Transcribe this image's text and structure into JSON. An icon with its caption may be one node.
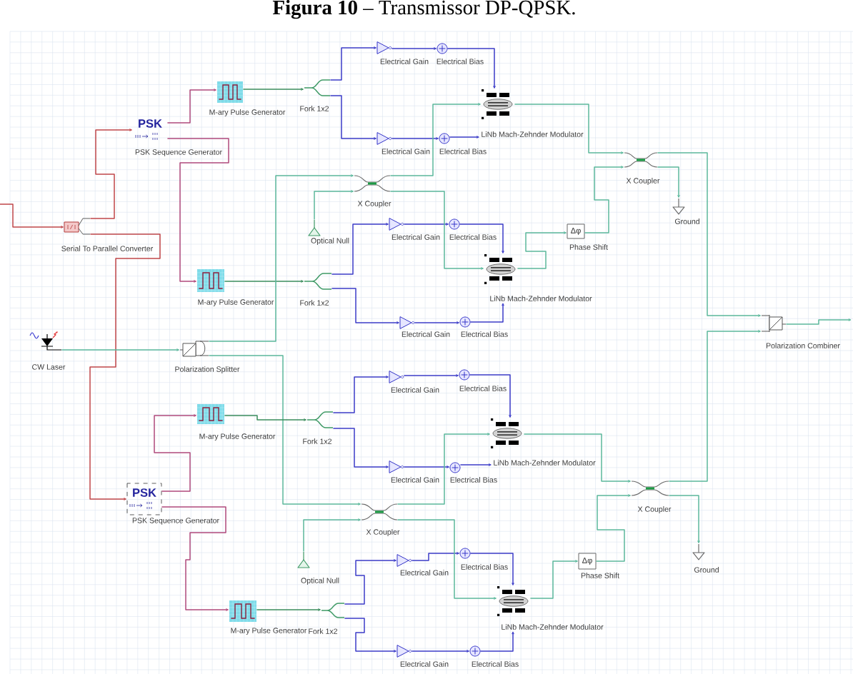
{
  "diagram": {
    "title": "**Figura 10** – Transmissor DP-QPSK.",
    "nodes": [
      {
        "text": [
          "PSK",
          "PSK Sequence Generator"
        ]
      },
      {
        "text": [
          "M-ary Pulse Generator"
        ]
      },
      {
        "text": [
          "Fork 1x2"
        ]
      },
      {
        "text": [
          "Electrical Gain"
        ]
      },
      {
        "text": [
          "Electrical Bias"
        ]
      },
      {
        "text": [
          "LiNb Mach-Zehnder Modulator"
        ]
      },
      {
        "text": [
          "Electrical Gain"
        ]
      },
      {
        "text": [
          "Electrical Bias"
        ]
      },
      {
        "text": [
          "X Coupler"
        ]
      },
      {
        "text": [
          "X Coupler"
        ]
      },
      {
        "text": [
          "Ground"
        ]
      },
      {
        "text": [
          "Serial To Parallel Converter"
        ]
      },
      {
        "text": [
          "Optical Null"
        ]
      },
      {
        "text": [
          "Electrical Gain"
        ]
      },
      {
        "text": [
          "Electrical Bias"
        ]
      },
      {
        "text": [
          "Δφ",
          "Phase Shift"
        ]
      },
      {
        "text": [
          "LiNb Mach-Zehnder Modulator"
        ]
      },
      {
        "text": [
          "M-ary Pulse Generator"
        ]
      },
      {
        "text": [
          "Fork 1x2"
        ]
      },
      {
        "text": [
          "Electrical Gain"
        ]
      },
      {
        "text": [
          "Electrical Bias"
        ]
      },
      {
        "text": [
          "Polarization Combiner"
        ]
      },
      {
        "text": [
          "CW Laser"
        ]
      },
      {
        "text": [
          "Polarization Splitter"
        ]
      },
      {
        "text": [
          "Electrical Gain"
        ]
      },
      {
        "text": [
          "Electrical Bias"
        ]
      },
      {
        "text": [
          "M-ary Pulse Generator"
        ]
      },
      {
        "text": [
          "Fork 1x2"
        ]
      },
      {
        "text": [
          "LiNb Mach-Zehnder Modulator"
        ]
      },
      {
        "text": [
          "Electrical Gain"
        ]
      },
      {
        "text": [
          "Electrical Bias"
        ]
      },
      {
        "text": [
          "X Coupler"
        ]
      },
      {
        "text": [
          "PSK",
          "PSK Sequence Generator"
        ]
      },
      {
        "text": [
          "X Coupler"
        ]
      },
      {
        "text": [
          "Ground"
        ]
      },
      {
        "text": [
          "Optical Null"
        ]
      },
      {
        "text": [
          "Electrical Gain"
        ]
      },
      {
        "text": [
          "Electrical Bias"
        ]
      },
      {
        "text": [
          "Δφ",
          "Phase Shift"
        ]
      },
      {
        "text": [
          "LiNb Mach-Zehnder Modulator"
        ]
      },
      {
        "text": [
          "M-ary Pulse Generator"
        ]
      },
      {
        "text": [
          "Fork 1x2"
        ]
      },
      {
        "text": [
          "Electrical Gain"
        ]
      },
      {
        "text": [
          "Electrical Bias"
        ]
      }
    ],
    "edges": [
      {
        "from": null,
        "to": 11,
        "arrow": "to",
        "color": "#c0474a"
      },
      {
        "from": 11,
        "to": 0,
        "arrow": "to",
        "color": "#c0474a"
      },
      {
        "from": 11,
        "to": 32,
        "arrow": "to",
        "color": "#c0474a"
      },
      {
        "from": 0,
        "to": 1,
        "arrow": "to",
        "color": "#b04a7c"
      },
      {
        "from": 0,
        "to": 17,
        "arrow": "to",
        "color": "#b04a7c"
      },
      {
        "from": 1,
        "to": 2,
        "arrow": "to",
        "color": "#3a8c5c"
      },
      {
        "from": 2,
        "to": 3,
        "arrow": "to"
      },
      {
        "from": 2,
        "to": 6,
        "arrow": "to"
      },
      {
        "from": 3,
        "to": 4,
        "arrow": "to"
      },
      {
        "from": 6,
        "to": 7,
        "arrow": "to"
      },
      {
        "from": 4,
        "to": 5,
        "arrow": "to"
      },
      {
        "from": 7,
        "to": 5,
        "arrow": "to"
      },
      {
        "from": 17,
        "to": 18,
        "arrow": "to",
        "color": "#3a8c5c"
      },
      {
        "from": 18,
        "to": 13,
        "arrow": "to"
      },
      {
        "from": 18,
        "to": 19,
        "arrow": "to"
      },
      {
        "from": 13,
        "to": 14,
        "arrow": "to"
      },
      {
        "from": 19,
        "to": 20,
        "arrow": "to"
      },
      {
        "from": 14,
        "to": 16,
        "arrow": "to"
      },
      {
        "from": 20,
        "to": 16,
        "arrow": "to"
      },
      {
        "from": 22,
        "to": 23,
        "arrow": "to",
        "color": "#5cb89c"
      },
      {
        "from": 23,
        "to": 8,
        "arrow": "to",
        "color": "#5cb89c"
      },
      {
        "from": 23,
        "to": 33,
        "arrow": "to",
        "color": "#5cb89c"
      },
      {
        "from": 12,
        "to": 8,
        "arrow": "to",
        "color": "#5cb89c"
      },
      {
        "from": 8,
        "to": 5,
        "arrow": "to",
        "color": "#5cb89c"
      },
      {
        "from": 8,
        "to": 16,
        "arrow": "to",
        "color": "#5cb89c"
      },
      {
        "from": 5,
        "to": 9,
        "arrow": "to",
        "color": "#5cb89c"
      },
      {
        "from": 16,
        "to": 15,
        "arrow": "to",
        "color": "#5cb89c"
      },
      {
        "from": 15,
        "to": 9,
        "arrow": "to",
        "color": "#5cb89c"
      },
      {
        "from": 9,
        "to": 21,
        "arrow": "to",
        "color": "#5cb89c"
      },
      {
        "from": 9,
        "to": 10,
        "arrow": "to",
        "color": "#5cb89c"
      },
      {
        "from": 21,
        "to": null,
        "arrow": "to",
        "color": "#5cb89c"
      },
      {
        "from": 32,
        "to": 26,
        "arrow": "to",
        "color": "#b04a7c"
      },
      {
        "from": 32,
        "to": 40,
        "arrow": "to",
        "color": "#b04a7c"
      },
      {
        "from": 26,
        "to": 27,
        "arrow": "to",
        "color": "#3a8c5c"
      },
      {
        "from": 40,
        "to": 41,
        "arrow": "to",
        "color": "#3a8c5c"
      },
      {
        "from": 27,
        "to": 24,
        "arrow": "to"
      },
      {
        "from": 27,
        "to": 29,
        "arrow": "to"
      },
      {
        "from": 24,
        "to": 25,
        "arrow": "to"
      },
      {
        "from": 29,
        "to": 30,
        "arrow": "to"
      },
      {
        "from": 25,
        "to": 28,
        "arrow": "to"
      },
      {
        "from": 30,
        "to": 28,
        "arrow": "to"
      },
      {
        "from": 41,
        "to": 36,
        "arrow": "to"
      },
      {
        "from": 41,
        "to": 42,
        "arrow": "to"
      },
      {
        "from": 36,
        "to": 37,
        "arrow": "to"
      },
      {
        "from": 42,
        "to": 43,
        "arrow": "to"
      },
      {
        "from": 37,
        "to": 39,
        "arrow": "to"
      },
      {
        "from": 43,
        "to": 39,
        "arrow": "to"
      },
      {
        "from": 35,
        "to": 33,
        "arrow": "to",
        "color": "#5cb89c"
      },
      {
        "from": 33,
        "to": 28,
        "arrow": "to",
        "color": "#5cb89c"
      },
      {
        "from": 33,
        "to": 39,
        "arrow": "to",
        "color": "#5cb89c"
      },
      {
        "from": 28,
        "to": 31,
        "arrow": "to",
        "color": "#5cb89c"
      },
      {
        "from": 39,
        "to": 38,
        "arrow": "to",
        "color": "#5cb89c"
      },
      {
        "from": 38,
        "to": 31,
        "arrow": "to",
        "color": "#5cb89c"
      },
      {
        "from": 31,
        "to": 21,
        "arrow": "to",
        "color": "#5cb89c"
      },
      {
        "from": 31,
        "to": 34,
        "arrow": "to",
        "color": "#5cb89c"
      }
    ]
  }
}
